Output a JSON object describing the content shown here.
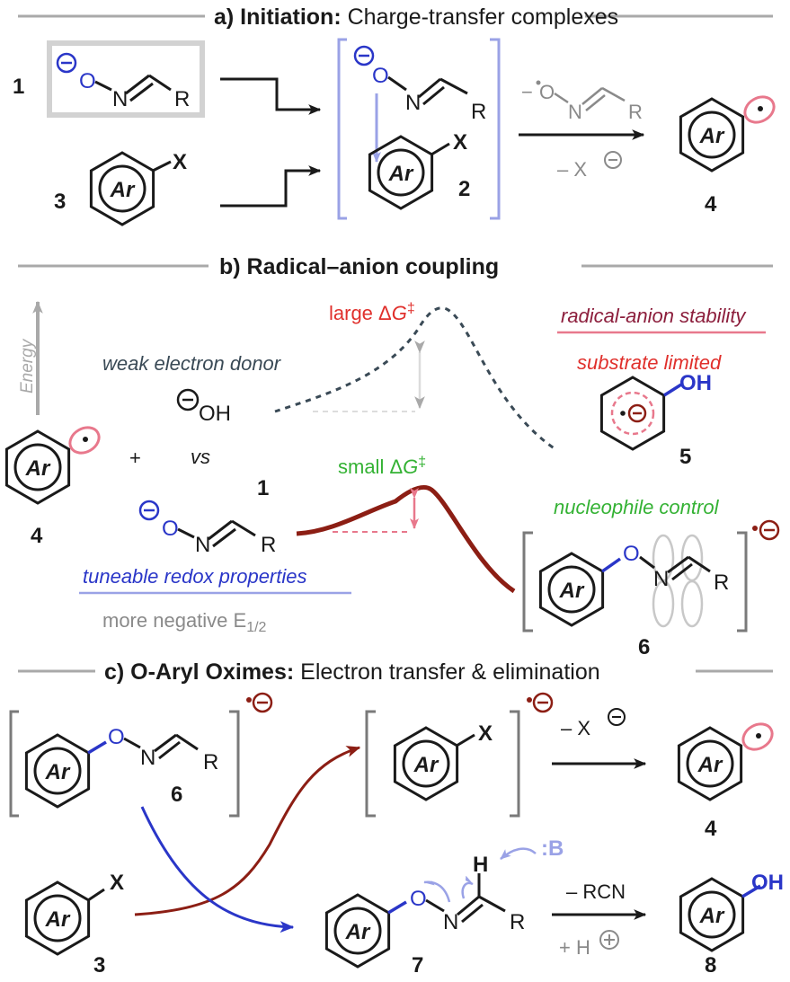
{
  "sections": {
    "a": {
      "title": "a) Initiation:",
      "subtitle": "Charge-transfer complexes"
    },
    "b": {
      "title": "b) Radical–anion coupling"
    },
    "c": {
      "title": "c) O-Aryl Oximes:",
      "subtitle": "Electron transfer & elimination"
    }
  },
  "labels": {
    "ar": "Ar",
    "r": "R",
    "x": "X",
    "o": "O",
    "n": "N",
    "oh": "OH",
    "h": "H",
    "minus": "−",
    "minus_x": "– X",
    "vs": "vs",
    "plus": "+",
    "energy": "Energy",
    "large_dg_prefix": "large Δ",
    "small_dg_prefix": "small Δ",
    "g": "G",
    "double_dagger": "‡",
    "weak_donor": "weak electron donor",
    "radical_anion_stability": "radical-anion stability",
    "substrate_limited": "substrate limited",
    "nucleophile_control": "nucleophile control",
    "tuneable_redox": "tuneable redox properties",
    "more_negative": "more negative E",
    "e_sub": "1/2",
    "minus_rcn": "– RCN",
    "plus_h": "+ H",
    "base": ":B"
  },
  "compounds": {
    "c1": "1",
    "c2": "2",
    "c3": "3",
    "c4": "4",
    "c5": "5",
    "c6": "6",
    "c7": "7",
    "c8": "8"
  },
  "colors": {
    "ink": "#1a1a1a",
    "gray": "#9a9a9a",
    "oxygen_blue": "#2a36c8",
    "lavender": "#9aa2e6",
    "pink": "#e8788c",
    "dark_red": "#8c1e14",
    "red_text": "#e0302c",
    "green": "#34b234",
    "wine": "#8c1e3c",
    "dash_gray": "#3a4a56"
  },
  "icons": [
    "benzene-ring-icon",
    "radical-dot-icon",
    "negative-charge-icon",
    "positive-charge-icon",
    "reaction-arrow-icon"
  ]
}
